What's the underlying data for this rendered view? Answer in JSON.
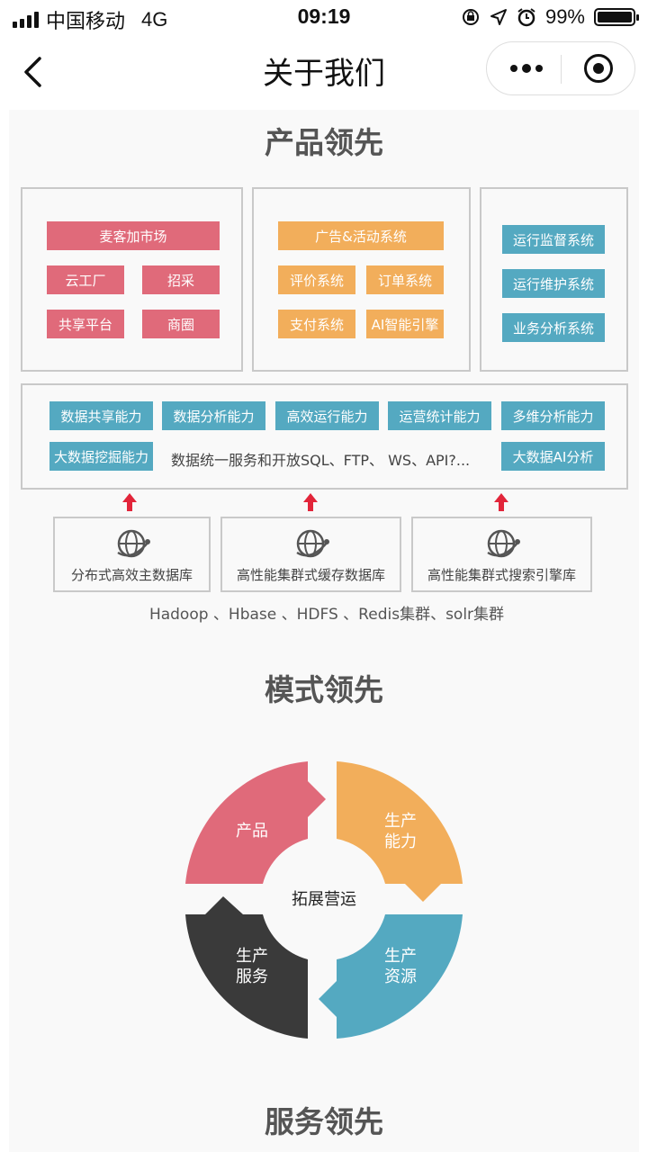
{
  "status_bar": {
    "carrier": "中国移动",
    "network": "4G",
    "time": "09:19",
    "battery_percent": "99%",
    "battery_level": 0.99,
    "icons": [
      "signal-icon",
      "orientation-lock-icon",
      "location-icon",
      "alarm-icon",
      "battery-icon"
    ]
  },
  "nav": {
    "title": "关于我们",
    "icons": [
      "back-chevron-icon",
      "more-dots-icon",
      "close-target-icon"
    ]
  },
  "section1": {
    "title": "产品领先",
    "box1": {
      "items": [
        "麦客加市场",
        "云工厂",
        "招采",
        "共享平台",
        "商圈"
      ]
    },
    "box2": {
      "items": [
        "广告&活动系统",
        "评价系统",
        "订单系统",
        "支付系统",
        "AI智能引擎"
      ]
    },
    "box3": {
      "items": [
        "运行监督系统",
        "运行维护系统",
        "业务分析系统"
      ]
    },
    "capabilities": {
      "row1": [
        "数据共享能力",
        "数据分析能力",
        "高效运行能力",
        "运营统计能力",
        "多维分析能力"
      ],
      "row2_left": "大数据挖掘能力",
      "row2_text": "数据统一服务和开放SQL、FTP、 WS、API?...",
      "row2_right": "大数据AI分析"
    },
    "databases": [
      "分布式高效主数据库",
      "高性能集群式缓存数据库",
      "高性能集群式搜索引擎库"
    ],
    "tech": "Hadoop 、Hbase 、HDFS 、Redis集群、solr集群"
  },
  "section2": {
    "title": "模式领先",
    "center": "拓展营运",
    "segments": [
      {
        "label": "产品",
        "color": "#e06a7a"
      },
      {
        "label": "生产\n能力",
        "color": "#f2ae5b"
      },
      {
        "label": "生产\n服务",
        "color": "#3a3a3a"
      },
      {
        "label": "生产\n资源",
        "color": "#54a9c1"
      }
    ]
  },
  "section3": {
    "title": "服务领先"
  }
}
